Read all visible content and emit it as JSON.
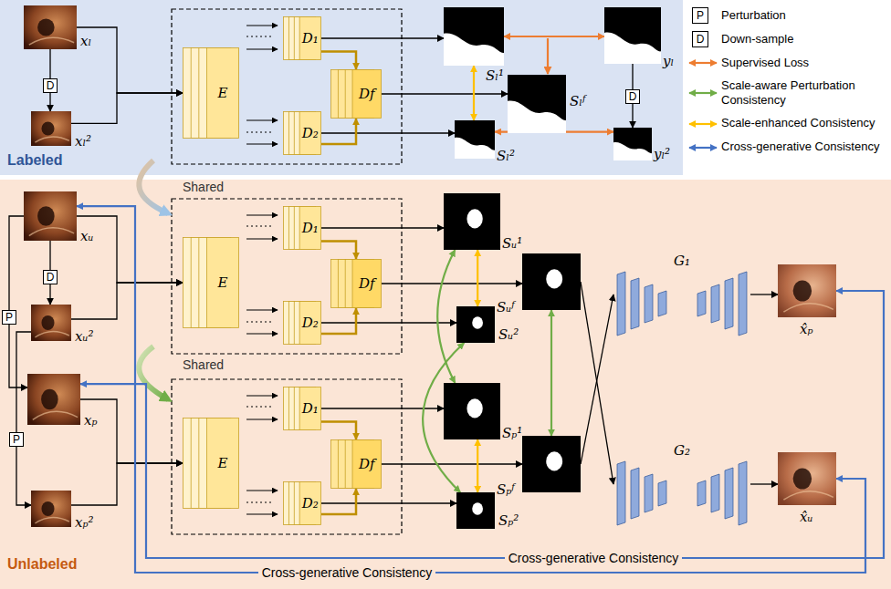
{
  "diagram": {
    "nodes": [
      {
        "text": [
          "Labeled"
        ]
      },
      {
        "text": [
          "xₗ"
        ],
        "in": 0
      },
      {
        "text": [
          "D"
        ],
        "in": 0
      },
      {
        "text": [
          "xₗ²"
        ],
        "in": 0
      },
      {
        "text": [
          "E"
        ],
        "in": 0
      },
      {
        "text": [
          "D₁"
        ],
        "in": 0
      },
      {
        "text": [
          "Df"
        ],
        "in": 0
      },
      {
        "text": [
          "D₂"
        ],
        "in": 0
      },
      {
        "text": [
          "Sₗ¹"
        ],
        "in": 0
      },
      {
        "text": [
          "Sₗᶠ"
        ],
        "in": 0
      },
      {
        "text": [
          "Sₗ²"
        ],
        "in": 0
      },
      {
        "text": [
          "yₗ"
        ],
        "in": 0
      },
      {
        "text": [
          "D"
        ],
        "in": 0
      },
      {
        "text": [
          "yₗ²"
        ],
        "in": 0
      },
      {
        "text": [
          "Unlabeled"
        ]
      },
      {
        "text": [
          "xᵤ"
        ],
        "in": 14
      },
      {
        "text": [
          "D"
        ],
        "in": 14
      },
      {
        "text": [
          "xᵤ²"
        ],
        "in": 14
      },
      {
        "text": [
          "P"
        ],
        "in": 14
      },
      {
        "text": [
          "xₚ"
        ],
        "in": 14
      },
      {
        "text": [
          "P"
        ],
        "in": 14
      },
      {
        "text": [
          "xₚ²"
        ],
        "in": 14
      },
      {
        "text": [
          "E"
        ],
        "in": 14
      },
      {
        "text": [
          "D₁"
        ],
        "in": 14
      },
      {
        "text": [
          "Df"
        ],
        "in": 14
      },
      {
        "text": [
          "D₂"
        ],
        "in": 14
      },
      {
        "text": [
          "E"
        ],
        "in": 14
      },
      {
        "text": [
          "D₁"
        ],
        "in": 14
      },
      {
        "text": [
          "Df"
        ],
        "in": 14
      },
      {
        "text": [
          "D₂"
        ],
        "in": 14
      },
      {
        "text": [
          "Sᵤ¹"
        ],
        "in": 14
      },
      {
        "text": [
          "Sᵤ²"
        ],
        "in": 14
      },
      {
        "text": [
          "Sₚ¹"
        ],
        "in": 14
      },
      {
        "text": [
          "Sₚ²"
        ],
        "in": 14
      },
      {
        "text": [
          "Sᵤᶠ"
        ],
        "in": 14
      },
      {
        "text": [
          "Sₚᶠ"
        ],
        "in": 14
      },
      {
        "text": [
          "G₁"
        ],
        "in": 14
      },
      {
        "text": [
          "G₂"
        ],
        "in": 14
      },
      {
        "text": [
          "x̂ₚ"
        ],
        "in": 14
      },
      {
        "text": [
          "x̂ᵤ"
        ],
        "in": 14
      }
    ],
    "edges": [
      {
        "from": 1,
        "to": 4,
        "arrow": "to"
      },
      {
        "from": 3,
        "to": 4,
        "arrow": "to"
      },
      {
        "from": 1,
        "to": 2,
        "arrow": "none"
      },
      {
        "from": 2,
        "to": 3,
        "arrow": "to"
      },
      {
        "from": 5,
        "to": 8,
        "arrow": "to"
      },
      {
        "from": 6,
        "to": 9,
        "arrow": "to"
      },
      {
        "from": 7,
        "to": 10,
        "arrow": "to"
      },
      {
        "from": 5,
        "to": 6,
        "arrow": "to"
      },
      {
        "from": 7,
        "to": 6,
        "arrow": "to"
      },
      {
        "from": 8,
        "to": 11,
        "arrow": "both"
      },
      {
        "from": 8,
        "to": 10,
        "arrow": "both"
      },
      {
        "from": 10,
        "to": 13,
        "arrow": "both"
      },
      {
        "from": 11,
        "to": 12,
        "arrow": "none"
      },
      {
        "from": 12,
        "to": 13,
        "arrow": "to"
      },
      {
        "from": 15,
        "to": 22,
        "arrow": "to"
      },
      {
        "from": 17,
        "to": 22,
        "arrow": "to"
      },
      {
        "from": 15,
        "to": 16,
        "arrow": "none"
      },
      {
        "from": 16,
        "to": 17,
        "arrow": "to"
      },
      {
        "from": 15,
        "to": 18,
        "arrow": "none"
      },
      {
        "from": 18,
        "to": 19,
        "arrow": "to"
      },
      {
        "from": 17,
        "to": 20,
        "arrow": "none"
      },
      {
        "from": 20,
        "to": 21,
        "arrow": "to"
      },
      {
        "from": 19,
        "to": 26,
        "arrow": "to"
      },
      {
        "from": 21,
        "to": 26,
        "arrow": "to"
      },
      {
        "from": 23,
        "to": 30,
        "arrow": "to"
      },
      {
        "from": 24,
        "to": 34,
        "arrow": "to"
      },
      {
        "from": 25,
        "to": 31,
        "arrow": "to"
      },
      {
        "from": 23,
        "to": 24,
        "arrow": "to"
      },
      {
        "from": 25,
        "to": 24,
        "arrow": "to"
      },
      {
        "from": 27,
        "to": 32,
        "arrow": "to"
      },
      {
        "from": 28,
        "to": 35,
        "arrow": "to"
      },
      {
        "from": 29,
        "to": 33,
        "arrow": "to"
      },
      {
        "from": 27,
        "to": 28,
        "arrow": "to"
      },
      {
        "from": 29,
        "to": 28,
        "arrow": "to"
      },
      {
        "from": 30,
        "to": 31,
        "arrow": "both"
      },
      {
        "from": 32,
        "to": 33,
        "arrow": "both"
      },
      {
        "from": 30,
        "to": 32,
        "arrow": "both"
      },
      {
        "from": 31,
        "to": 33,
        "arrow": "both"
      },
      {
        "from": 34,
        "to": 35,
        "arrow": "both"
      },
      {
        "from": 34,
        "to": 37,
        "arrow": "to"
      },
      {
        "from": 35,
        "to": 36,
        "arrow": "to"
      },
      {
        "from": 36,
        "to": 38,
        "arrow": "to"
      },
      {
        "from": 37,
        "to": 39,
        "arrow": "to"
      },
      {
        "from": 19,
        "to": 38,
        "arrow": "both",
        "label": "Cross-generative Consistency"
      },
      {
        "from": 15,
        "to": 39,
        "arrow": "both",
        "label": "Cross-generative Consistency"
      }
    ],
    "labels": [
      "P",
      "D",
      "Shared",
      "Shared"
    ],
    "legend": [
      {
        "text": "Perturbation"
      },
      {
        "text": "Down-sample"
      },
      {
        "text": "Supervised Loss"
      },
      {
        "text": "Scale-aware Perturbation Consistency"
      },
      {
        "text": "Scale-enhanced Consistency"
      },
      {
        "text": "Cross-generative Consistency"
      }
    ]
  }
}
